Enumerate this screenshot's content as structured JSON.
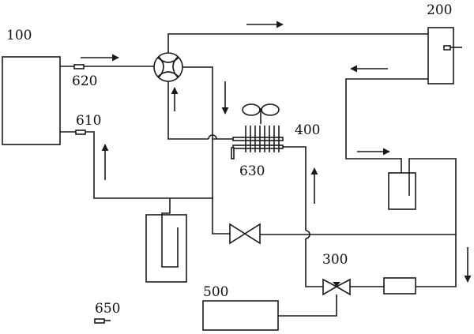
{
  "labels": {
    "unit_100": "100",
    "unit_200": "200",
    "unit_300": "300",
    "unit_400": "400",
    "unit_500": "500",
    "sensor_610": "610",
    "sensor_620": "620",
    "sensor_630": "630",
    "sensor_650": "650"
  },
  "colors": {
    "line": "#1a1a1a",
    "background": "#ffffff"
  },
  "icons": {
    "four_way_valve": "four-way-valve-icon",
    "fan": "fan-icon",
    "expansion_valve": "expansion-valve-icon",
    "three_way_valve": "three-way-valve-icon",
    "arrow": "arrow-icon"
  }
}
